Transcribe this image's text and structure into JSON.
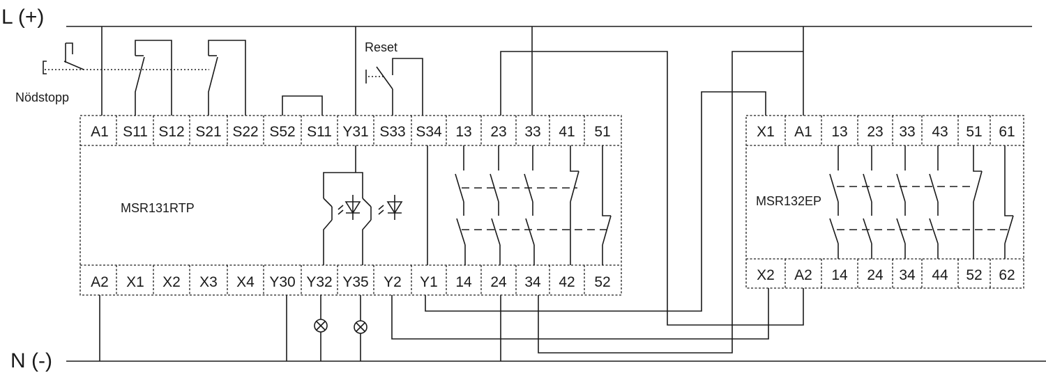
{
  "rails": {
    "top": "L (+)",
    "bottom": "N (-)"
  },
  "labels": {
    "estop": "Nödstopp",
    "reset": "Reset"
  },
  "unit1": {
    "name": "MSR131RTP",
    "top_terminals": [
      "A1",
      "S11",
      "S12",
      "S21",
      "S22",
      "S52",
      "S11",
      "Y31",
      "S33",
      "S34",
      "13",
      "23",
      "33",
      "41",
      "51"
    ],
    "bottom_terminals": [
      "A2",
      "X1",
      "X2",
      "X3",
      "X4",
      "Y30",
      "Y32",
      "Y35",
      "Y2",
      "Y1",
      "14",
      "24",
      "34",
      "42",
      "52"
    ]
  },
  "unit2": {
    "name": "MSR132EP",
    "top_terminals": [
      "X1",
      "A1",
      "13",
      "23",
      "33",
      "43",
      "51",
      "61"
    ],
    "bottom_terminals": [
      "X2",
      "A2",
      "14",
      "24",
      "34",
      "44",
      "52",
      "62"
    ]
  }
}
